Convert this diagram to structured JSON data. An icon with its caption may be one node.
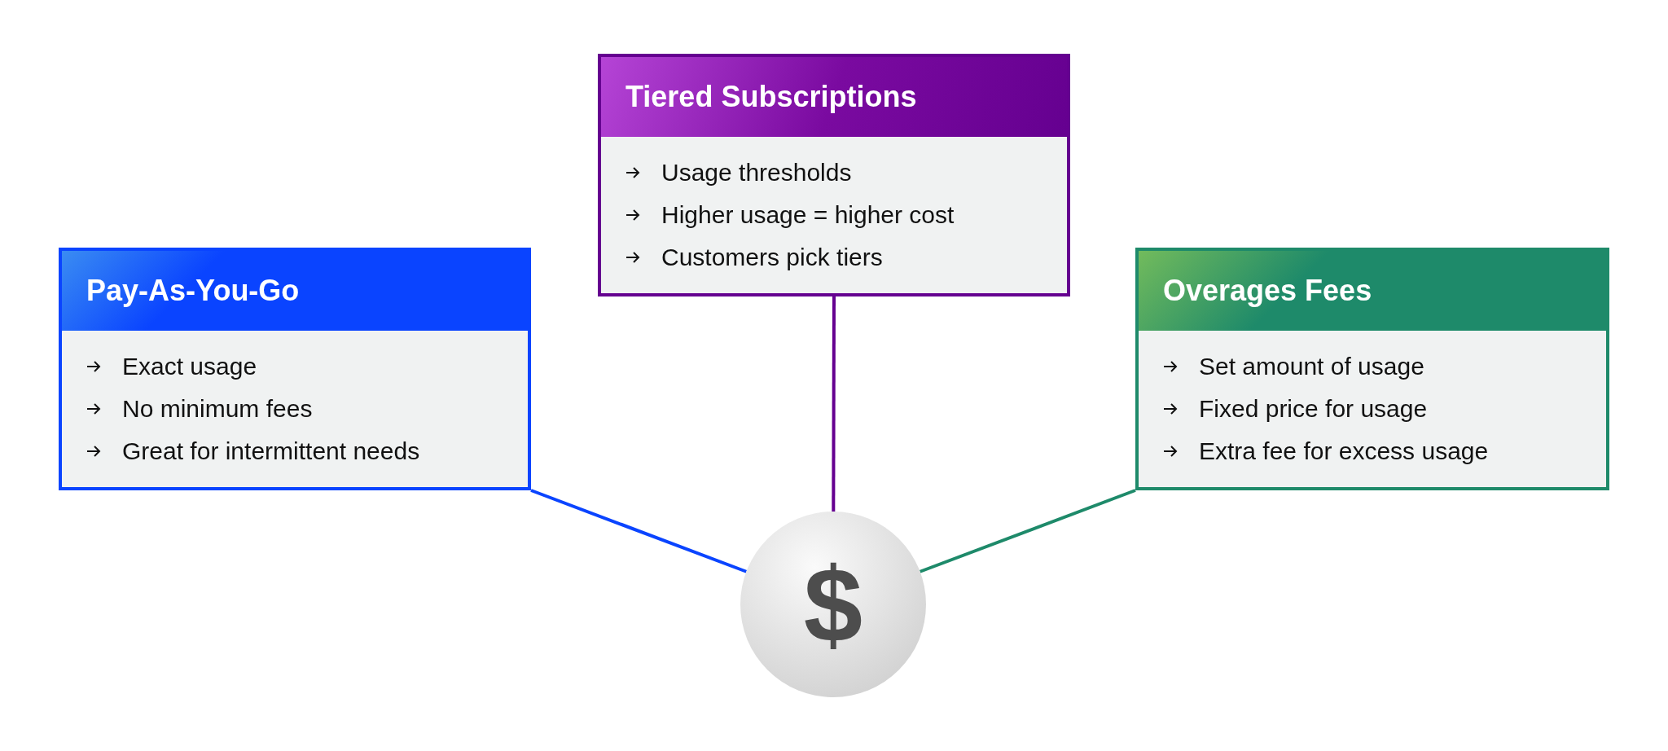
{
  "diagram": {
    "nodes": [
      {
        "text": [
          "Pay-As-You-Go",
          "Exact usage",
          "No minimum fees",
          "Great for intermittent needs"
        ]
      },
      {
        "text": [
          "Tiered Subscriptions",
          "Usage thresholds",
          "Higher usage = higher cost",
          "Customers pick tiers"
        ]
      },
      {
        "text": [
          "Overages Fees",
          "Set amount of usage",
          "Fixed price for usage",
          "Extra fee for excess usage"
        ]
      },
      {
        "text": [
          "$"
        ]
      }
    ],
    "edges": [
      {
        "from": 0,
        "to": 3,
        "arrow": "none",
        "color": "#0a44ff"
      },
      {
        "from": 1,
        "to": 3,
        "arrow": "none",
        "color": "#650090"
      },
      {
        "from": 2,
        "to": 3,
        "arrow": "none",
        "color": "#1e8a6a"
      }
    ]
  }
}
